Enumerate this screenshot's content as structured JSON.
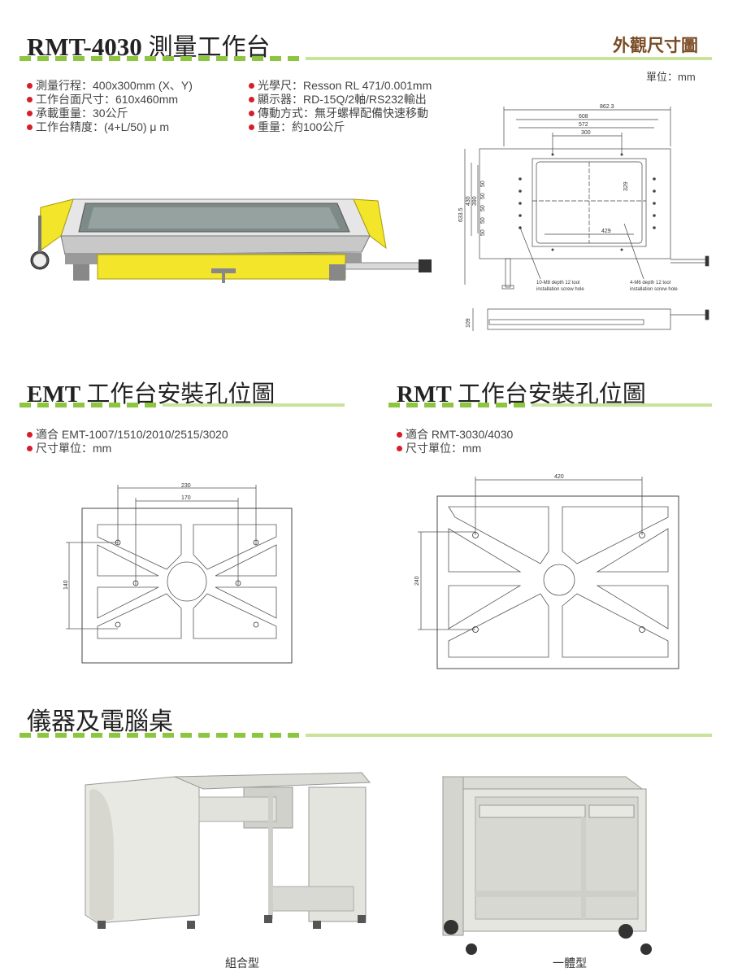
{
  "rmt4030": {
    "title_model": "RMT-4030",
    "title_name": "測量工作台",
    "section_right": "外觀尺寸圖",
    "unit": "單位：mm",
    "specs_left": [
      "測量行程：400x300mm (X、Y)",
      "工作台面尺寸：610x460mm",
      "承載重量：30公斤",
      "工作台精度：(4+L/50) μ m"
    ],
    "specs_right": [
      "光學尺：Resson RL 471/0.001mm",
      "顯示器：RD-15Q/2軸/RS232輸出",
      "傳動方式：無牙螺桿配備快速移動",
      "重量：約100公斤"
    ],
    "drawing": {
      "dims_top": [
        "862.3",
        "608",
        "572",
        "300"
      ],
      "dims_side": [
        "633.5",
        "430",
        "390",
        "50",
        "50",
        "50",
        "50",
        "50"
      ],
      "inner_w": "429",
      "inner_h": "329",
      "note_left_1": "10-M8 depth 12 tool",
      "note_left_2": "installation screw hole",
      "note_right_1": "4-M6 depth 12 tool",
      "note_right_2": "installation screw hole",
      "height": "109"
    }
  },
  "emt": {
    "title_model": "EMT",
    "title_name": "工作台安裝孔位圖",
    "specs": [
      "適合 EMT-1007/1510/2010/2515/3020",
      "尺寸單位：mm"
    ],
    "dim_outer": "230",
    "dim_inner": "170",
    "dim_side": "140"
  },
  "rmt": {
    "title_model": "RMT",
    "title_name": "工作台安裝孔位圖",
    "specs": [
      "適合 RMT-3030/4030",
      "尺寸單位：mm"
    ],
    "dim_top": "420",
    "dim_side": "240"
  },
  "desks": {
    "title": "儀器及電腦桌",
    "caption_left": "組合型",
    "caption_right": "一體型"
  },
  "colors": {
    "accent_green": "#8cc63f",
    "accent_light": "#c9e39a",
    "bullet_red": "#d61e2a",
    "section_brown": "#7a4b24",
    "table_yellow": "#f2e52a"
  }
}
